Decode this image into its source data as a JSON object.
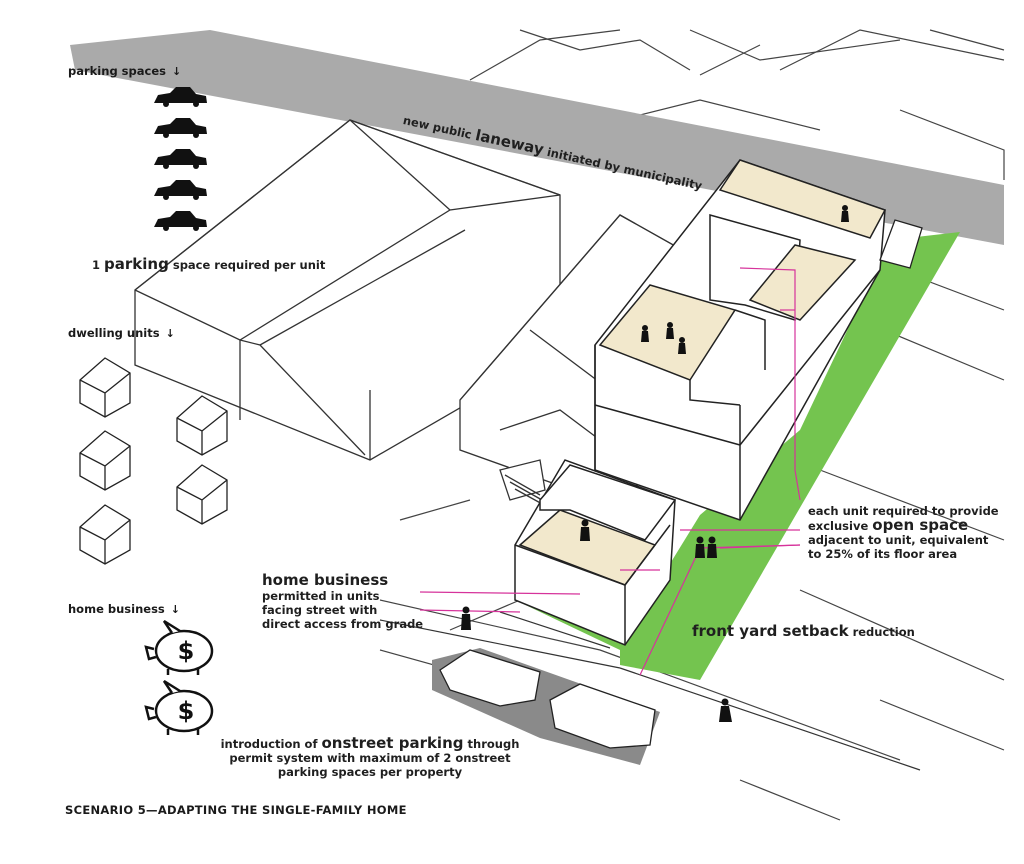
{
  "legend": {
    "parking_title": "parking spaces",
    "parking_note_pre": "1",
    "parking_note_big": "parking",
    "parking_note_post": "space required per unit",
    "dwelling_title": "dwelling units",
    "business_title": "home business",
    "arrow_glyph": "↓"
  },
  "labels": {
    "laneway_pre": "new public",
    "laneway_big": "laneway",
    "laneway_post": "initiated by municipality",
    "open_space_line1": "each unit required to provide",
    "open_space_line2_pre": "exclusive",
    "open_space_line2_big": "open space",
    "open_space_line3": "adjacent to unit, equivalent",
    "open_space_line4": "to 25% of its floor area",
    "home_business_title": "home business",
    "home_business_line1": "permitted in units",
    "home_business_line2": "facing street with",
    "home_business_line3": "direct access from grade",
    "setback_big": "front yard setback",
    "setback_post": "reduction",
    "onstreet_line1_pre": "introduction of",
    "onstreet_line1_big": "onstreet parking",
    "onstreet_line1_post": "through",
    "onstreet_line2": "permit system with maximum of 2 onstreet",
    "onstreet_line3": "parking spaces per property"
  },
  "caption": "SCENARIO 5—ADAPTING THE SINGLE-FAMILY HOME",
  "colors": {
    "laneway": "#aaaaaa",
    "green": "#74c44f",
    "roof_deck": "#f2e8cc",
    "leader": "#d6339b",
    "line": "#333333",
    "street_parking": "#8a8a8a"
  },
  "icons": [
    "car-icon",
    "house-icon",
    "piggy-bank-dollar-icon",
    "person-icon"
  ]
}
